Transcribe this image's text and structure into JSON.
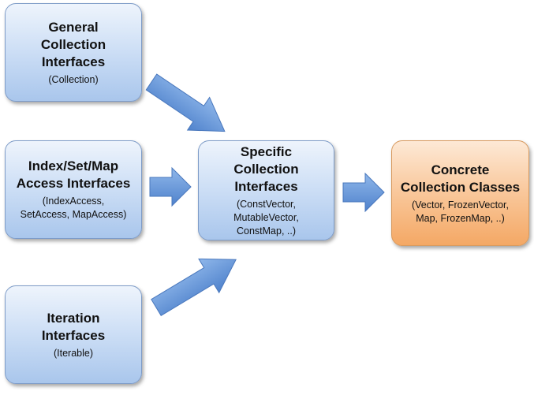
{
  "boxes": {
    "general": {
      "title": "General\nCollection\nInterfaces",
      "sub": "(Collection)"
    },
    "index": {
      "title": "Index/Set/Map\nAccess Interfaces",
      "sub": "(IndexAccess,\nSetAccess, MapAccess)"
    },
    "iteration": {
      "title": "Iteration\nInterfaces",
      "sub": "(Iterable)"
    },
    "specific": {
      "title": "Specific\nCollection\nInterfaces",
      "sub": "(ConstVector,\nMutableVector,\nConstMap, ..)"
    },
    "concrete": {
      "title": "Concrete\nCollection Classes",
      "sub": "(Vector, FrozenVector,\nMap, FrozenMap, ..)"
    }
  },
  "colors": {
    "box_blue": "#cfe0f6",
    "box_orange": "#f9c79a",
    "arrow_blue": "#5b8fd6"
  }
}
